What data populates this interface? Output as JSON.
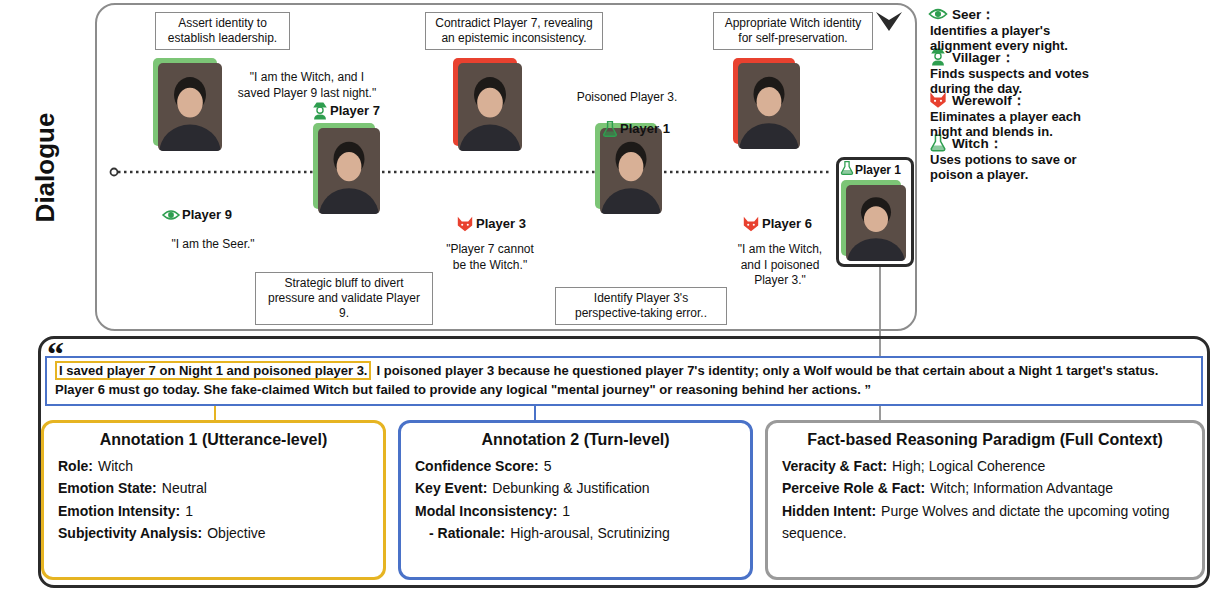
{
  "diagram": {
    "nodes": [
      {
        "text": [
          "Dialogue"
        ]
      },
      {
        "text": [
          "Assert identity to establish leadership."
        ],
        "in": 0
      },
      {
        "text": [
          "Contradict Player 7, revealing an epistemic inconsistency."
        ],
        "in": 0
      },
      {
        "text": [
          "Appropriate Witch identity for self-preservation."
        ],
        "in": 0
      },
      {
        "text": [
          "Strategic bluff to divert pressure and validate Player 9."
        ],
        "in": 0
      },
      {
        "text": [
          "Identify Player 3's perspective-taking error.."
        ],
        "in": 0
      },
      {
        "text": [
          "Player 1"
        ],
        "in": 0
      },
      {
        "text": [
          "“"
        ]
      },
      {
        "text": [
          "I poisoned player 3 because he questioned player 7's identity; only a Wolf would be that certain about a Night 1 target's status. Player 6 must go today. She fake-claimed Witch but failed to provide any logical \"mental journey\" or reasoning behind her actions. ”"
        ],
        "in": 7
      },
      {
        "text": [
          "I saved player 7 on Night 1 and poisoned player 3."
        ],
        "in": 8
      },
      {
        "text": [
          "Annotation 1 (Utterance-level)",
          "Role:",
          "Witch",
          "Emotion State:",
          "Neutral",
          "Emotion Intensity:",
          "1",
          "Subjectivity Analysis:",
          "Objective"
        ],
        "in": 7
      },
      {
        "text": [
          "Annotation 2 (Turn-level)",
          "Confidence Score:",
          "5",
          "Key Event:",
          "Debunking & Justification",
          "Modal Inconsistency:",
          "1",
          "- Rationale:",
          "High-arousal, Scrutinizing"
        ],
        "in": 7
      },
      {
        "text": [
          "Fact-based Reasoning Paradigm (Full Context)",
          "Veracity & Fact:",
          "High; Logical Coherence",
          "Perceive Role & Fact:",
          "Witch; Information Advantage",
          "Hidden Intent:",
          "Purge Wolves and dictate the upcoming voting sequence."
        ],
        "in": 7
      }
    ],
    "edges": [
      {
        "from": 9,
        "to": 10,
        "arrow": "none"
      },
      {
        "from": 8,
        "to": 11,
        "arrow": "none"
      },
      {
        "from": 6,
        "to": 12,
        "arrow": "none"
      }
    ],
    "labels": [
      "\"I am the Seer.\"",
      "Player 9",
      "\"I am the Witch, and I saved Player 9 last night.\"",
      "Player 7",
      "Player 3",
      "\"Player 7 cannot be the Witch.\"",
      "Poisoned Player 3.",
      "Player 1",
      "Player 6",
      "\"I am the Witch, and I poisoned Player 3.\"",
      "Identifies a player's alignment every night.",
      "Finds suspects and votes during the day.",
      "Eliminates a player each night and blends in.",
      "Uses potions to save or poison a player."
    ],
    "legend": [
      {
        "text": "Seer："
      },
      {
        "text": "Villager："
      },
      {
        "text": "Werewolf："
      },
      {
        "text": "Witch："
      }
    ]
  }
}
